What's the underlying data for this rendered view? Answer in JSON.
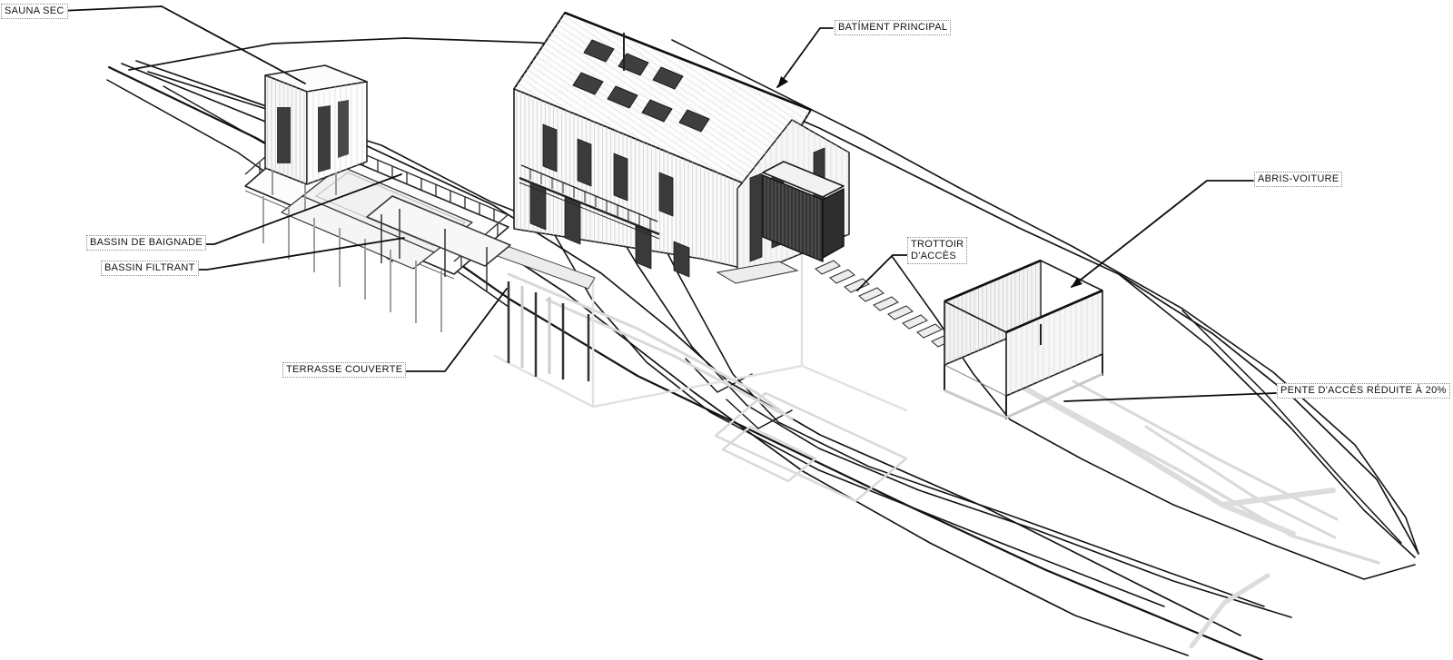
{
  "figure": {
    "type": "axonometric-architectural-site-diagram",
    "background_color": "#ffffff",
    "line_color": "#111111",
    "light_line_color": "#d9d9d9",
    "label_bg_color": "#ffffff"
  },
  "annotations": {
    "sauna": {
      "label": "SAUNA SEC"
    },
    "batiment": {
      "label": "BATÍMENT PRINCIPAL"
    },
    "abris": {
      "label": "ABRIS-VOITURE"
    },
    "baignade": {
      "label": "BASSIN DE BAIGNADE"
    },
    "filtrant": {
      "label": "BASSIN FILTRANT"
    },
    "trottoir": {
      "label_line1": "TROTTOIR",
      "label_line2": "D'ACCÈS"
    },
    "terrasse": {
      "label": "TERRASSE COUVERTE"
    },
    "pente": {
      "label": "PENTE D'ACCÈS RÉDUITE À 20%"
    }
  }
}
